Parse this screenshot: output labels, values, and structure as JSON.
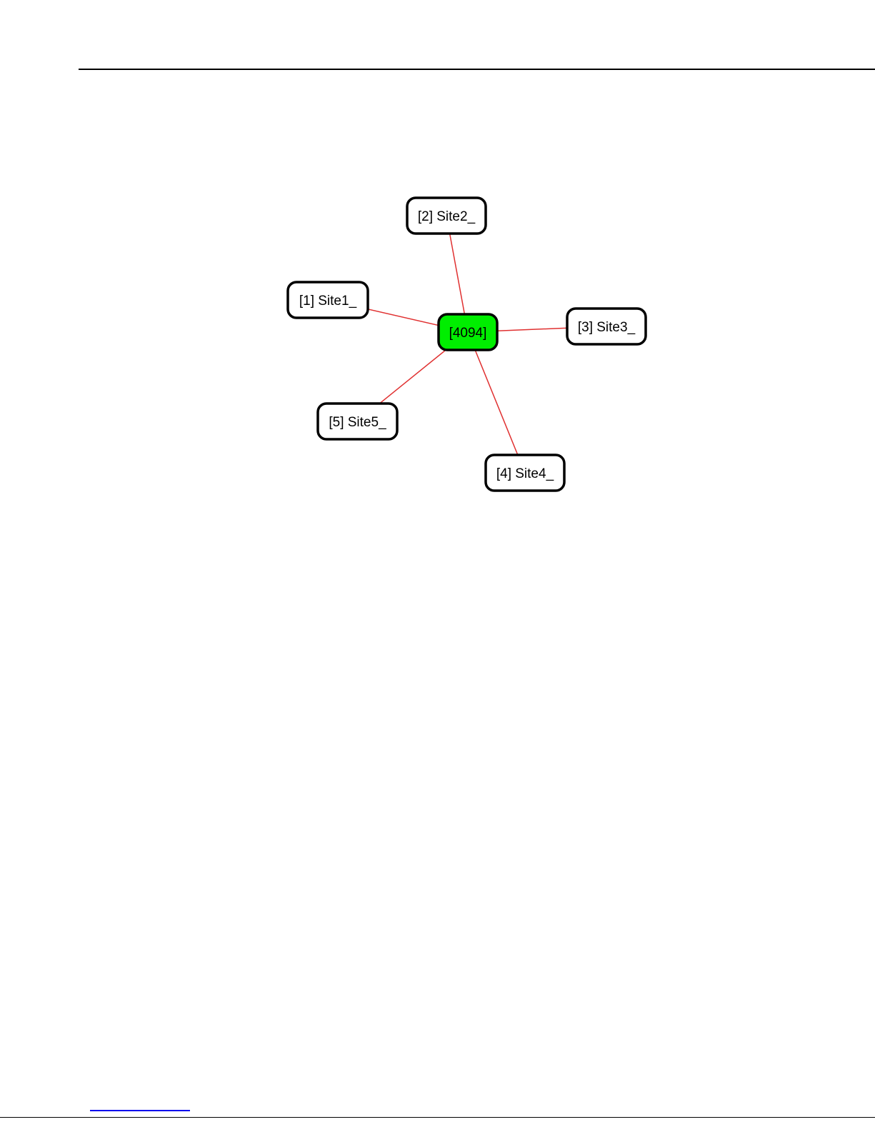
{
  "diagram": {
    "hub": {
      "id": "hub",
      "label": "[4094]",
      "fill": "#00ee00"
    },
    "nodes": [
      {
        "id": "site1",
        "label": "[1] Site1_"
      },
      {
        "id": "site2",
        "label": "[2] Site2_"
      },
      {
        "id": "site3",
        "label": "[3] Site3_"
      },
      {
        "id": "site4",
        "label": "[4] Site4_"
      },
      {
        "id": "site5",
        "label": "[5] Site5_"
      }
    ],
    "edges": [
      {
        "from": "hub",
        "to": "site1"
      },
      {
        "from": "hub",
        "to": "site2"
      },
      {
        "from": "hub",
        "to": "site3"
      },
      {
        "from": "hub",
        "to": "site4"
      },
      {
        "from": "hub",
        "to": "site5"
      }
    ],
    "colors": {
      "edge": "#e03030",
      "node_border": "#000000",
      "node_fill": "#ffffff"
    }
  }
}
